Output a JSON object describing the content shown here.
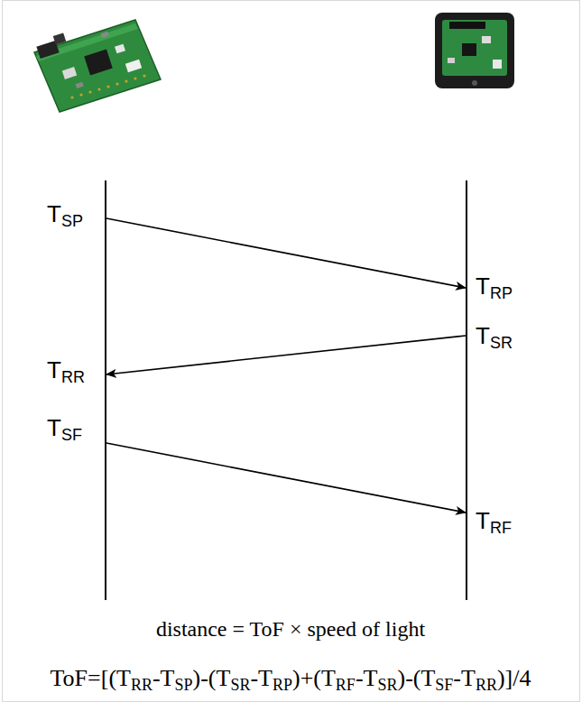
{
  "diagram": {
    "labels": [
      "TSP",
      "TRP",
      "TSR",
      "TRR",
      "TSF",
      "TRF",
      "distance = ToF × speed of light",
      "ToF=[(TRR-TSP)-(TSR-TRP)+(TRF-TSR)-(TSF-TRR)]/4"
    ]
  }
}
